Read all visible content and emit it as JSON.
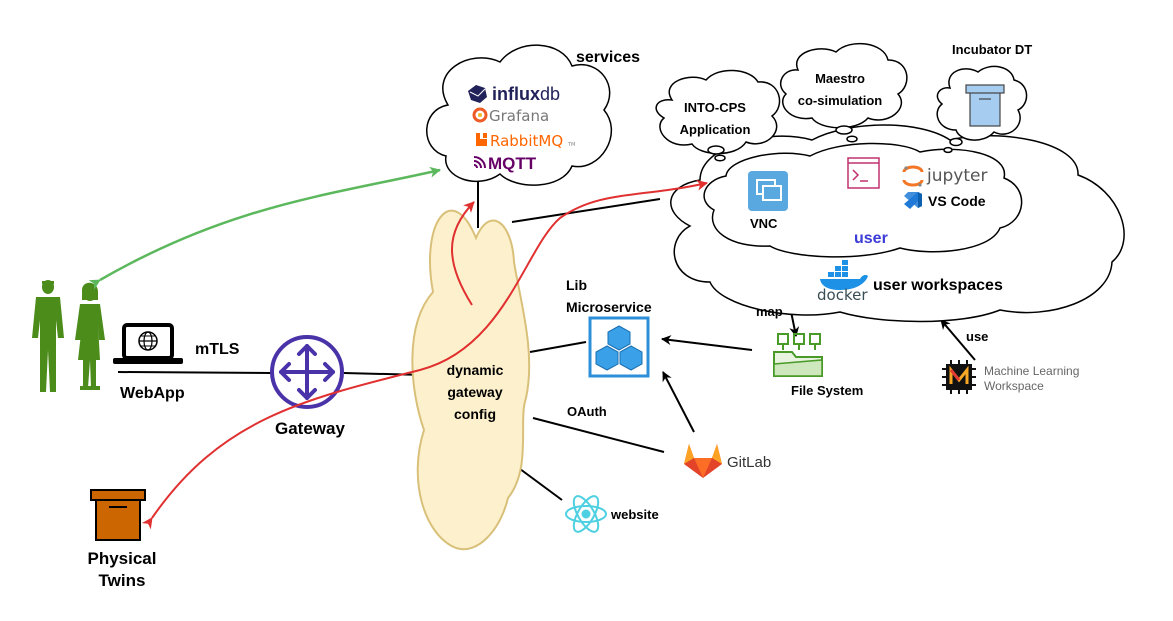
{
  "labels": {
    "services": "services",
    "incubator_dt": "Incubator DT",
    "maestro_line1": "Maestro",
    "maestro_line2": "co-simulation",
    "intocps_line1": "INTO-CPS",
    "intocps_line2": "Application",
    "vnc": "VNC",
    "jupyter": "jupyter",
    "vscode": "VS Code",
    "user": "user",
    "docker": "docker",
    "user_workspaces": "user workspaces",
    "map": "map",
    "use": "use",
    "lib_line1": "Lib",
    "lib_line2": "Microservice",
    "file_system": "File System",
    "ml_line1": "Machine Learning",
    "ml_line2": "Workspace",
    "mtls": "mTLS",
    "webapp": "WebApp",
    "gateway": "Gateway",
    "dgc_line1": "dynamic",
    "dgc_line2": "gateway",
    "dgc_line3": "config",
    "oauth": "OAuth",
    "gitlab": "GitLab",
    "website": "website",
    "physical_line1": "Physical",
    "physical_line2": "Twins"
  },
  "service_logos": {
    "influx_bold": "influx",
    "influx_light": "db",
    "grafana": "Grafana",
    "rabbit": "RabbitMQ",
    "rabbit_tm": "TM",
    "mqtt": "MQTT"
  },
  "colors": {
    "green_arrow": "#5cb85c",
    "red_arrow": "#e03030",
    "gateway_purple": "#4a33a8",
    "cloud_fill": "#fdf1cd",
    "cloud_stroke": "#d9c07a",
    "people_green": "#4c8c1a",
    "box_orange": "#cc6600",
    "lib_blue": "#2d8fd8",
    "file_green": "#4a9a28",
    "vscode_blue": "#1e7ad6",
    "jupyter_orange": "#f37726",
    "influx_navy": "#22225a",
    "grafana_orange": "#f05a28",
    "rabbit_orange": "#ff6600",
    "mqtt_purple": "#660066",
    "user_blue": "#3b3bd6",
    "react_cyan": "#4dd0e1",
    "incubator_blue": "#a6cdef"
  },
  "icons": [
    "people-icon",
    "laptop-globe-icon",
    "gateway-icon",
    "box-icon",
    "influxdb-icon",
    "grafana-icon",
    "rabbitmq-icon",
    "mqtt-icon",
    "vnc-icon",
    "terminal-icon",
    "jupyter-icon",
    "vscode-icon",
    "docker-icon",
    "incubator-icon",
    "lib-microservice-icon",
    "file-system-icon",
    "ml-chip-icon",
    "gitlab-icon",
    "react-icon"
  ]
}
